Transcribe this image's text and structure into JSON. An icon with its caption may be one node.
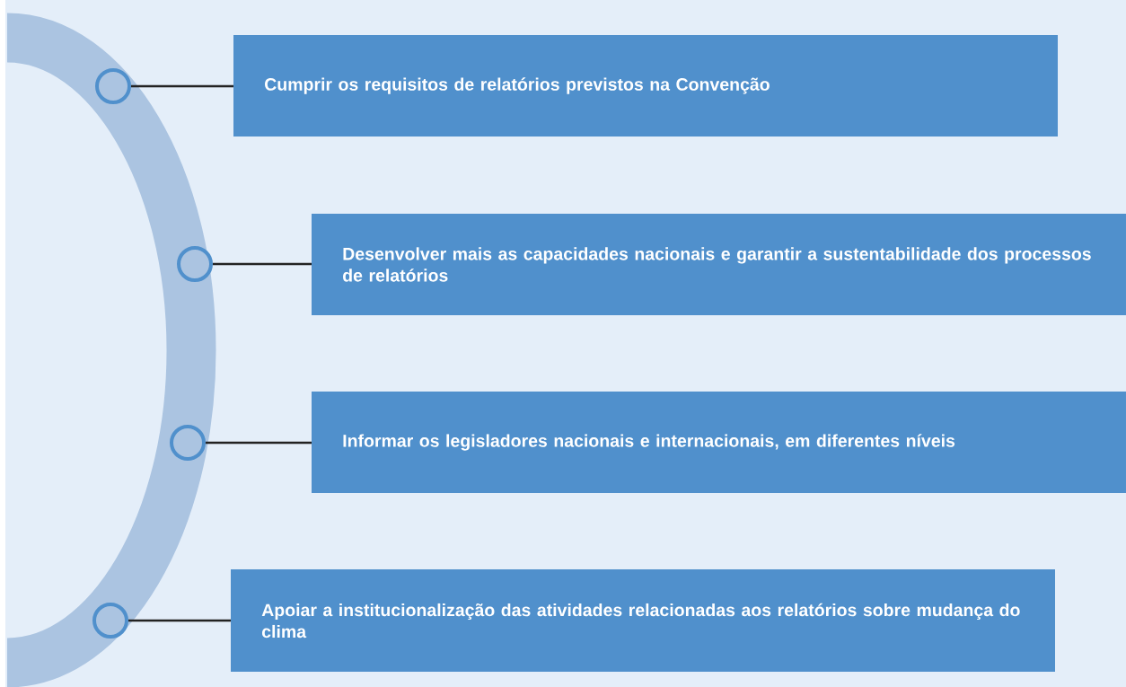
{
  "diagram": {
    "nodes": [
      {
        "text": [
          "Cumprir os requisitos de relatórios previstos na Convenção"
        ]
      },
      {
        "text": [
          "Desenvolver mais as capacidades nacionais e garantir a sustentabilidade dos processos de relatórios"
        ]
      },
      {
        "text": [
          "Informar os legisladores nacionais e internacionais, em diferentes níveis"
        ]
      },
      {
        "text": [
          "Apoiar a institucionalização das atividades relacionadas aos relatórios sobre mudança do clima"
        ]
      },
      {
        "text": [],
        "shape": "circle"
      },
      {
        "text": [],
        "shape": "circle"
      },
      {
        "text": [],
        "shape": "circle"
      },
      {
        "text": [],
        "shape": "circle"
      }
    ],
    "edges": [
      {
        "from": 4,
        "to": 0,
        "arrow": "none"
      },
      {
        "from": 5,
        "to": 1,
        "arrow": "none"
      },
      {
        "from": 6,
        "to": 2,
        "arrow": "none"
      },
      {
        "from": 7,
        "to": 3,
        "arrow": "none"
      }
    ]
  }
}
